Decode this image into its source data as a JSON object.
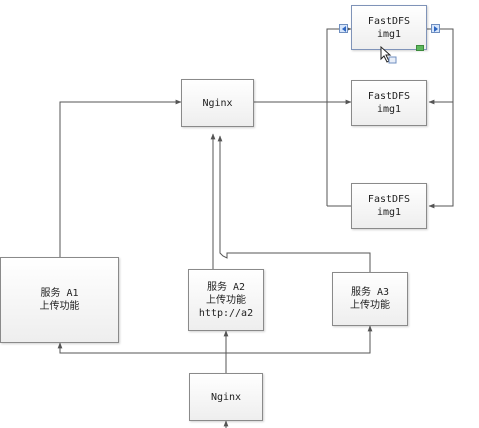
{
  "diagram": {
    "nodes": {
      "fastdfs1": {
        "line1": "FastDFS",
        "line2": "img1"
      },
      "fastdfs2": {
        "line1": "FastDFS",
        "line2": "img1"
      },
      "fastdfs3": {
        "line1": "FastDFS",
        "line2": "img1"
      },
      "nginx_top": {
        "label": "Nginx"
      },
      "service_a1": {
        "line1": "服务 A1",
        "line2": "上传功能"
      },
      "service_a2": {
        "line1": "服务 A2",
        "line2": "上传功能",
        "line3": "http://a2"
      },
      "service_a3": {
        "line1": "服务 A3",
        "line2": "上传功能"
      },
      "nginx_bottom": {
        "label": "Nginx"
      }
    }
  },
  "colors": {
    "connector": "#555555",
    "border": "#8a8a8a",
    "handle_blue": "#2d66c2",
    "handle_green": "#5cb85c"
  },
  "icons": {
    "cursor": "mouse-pointer-icon",
    "arrow_left_handle": "arrow-left-handle-icon",
    "arrow_right_handle": "arrow-right-handle-icon",
    "green_handle": "connection-handle-icon"
  }
}
